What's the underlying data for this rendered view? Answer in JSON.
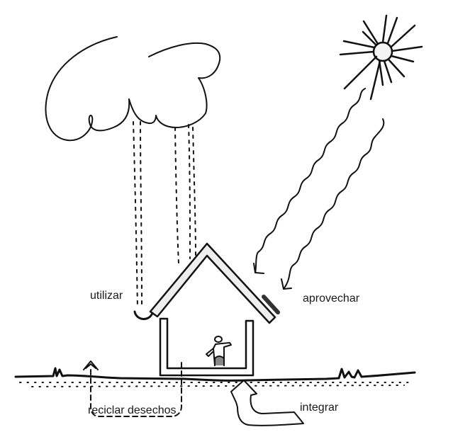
{
  "labels": {
    "utilizar": "utilizar",
    "aprovechar": "aprovechar",
    "reciclar": "reciclar desechos",
    "integrar": "integrar"
  },
  "elements": {
    "cloud": "cloud",
    "sun": "sun",
    "rain": "rain",
    "solar_rays": "solar-rays",
    "house": "house",
    "person": "person",
    "gutter": "rain-gutter",
    "solar_panel": "solar-panel",
    "ground": "ground",
    "waste_recycling_path": "waste-recycling-path",
    "earth_integration_arrow": "earth-integration-arrow"
  },
  "colors": {
    "ink": "#111111",
    "roof_fill": "#eeeeee",
    "panel": "#333333",
    "background": "#ffffff"
  }
}
